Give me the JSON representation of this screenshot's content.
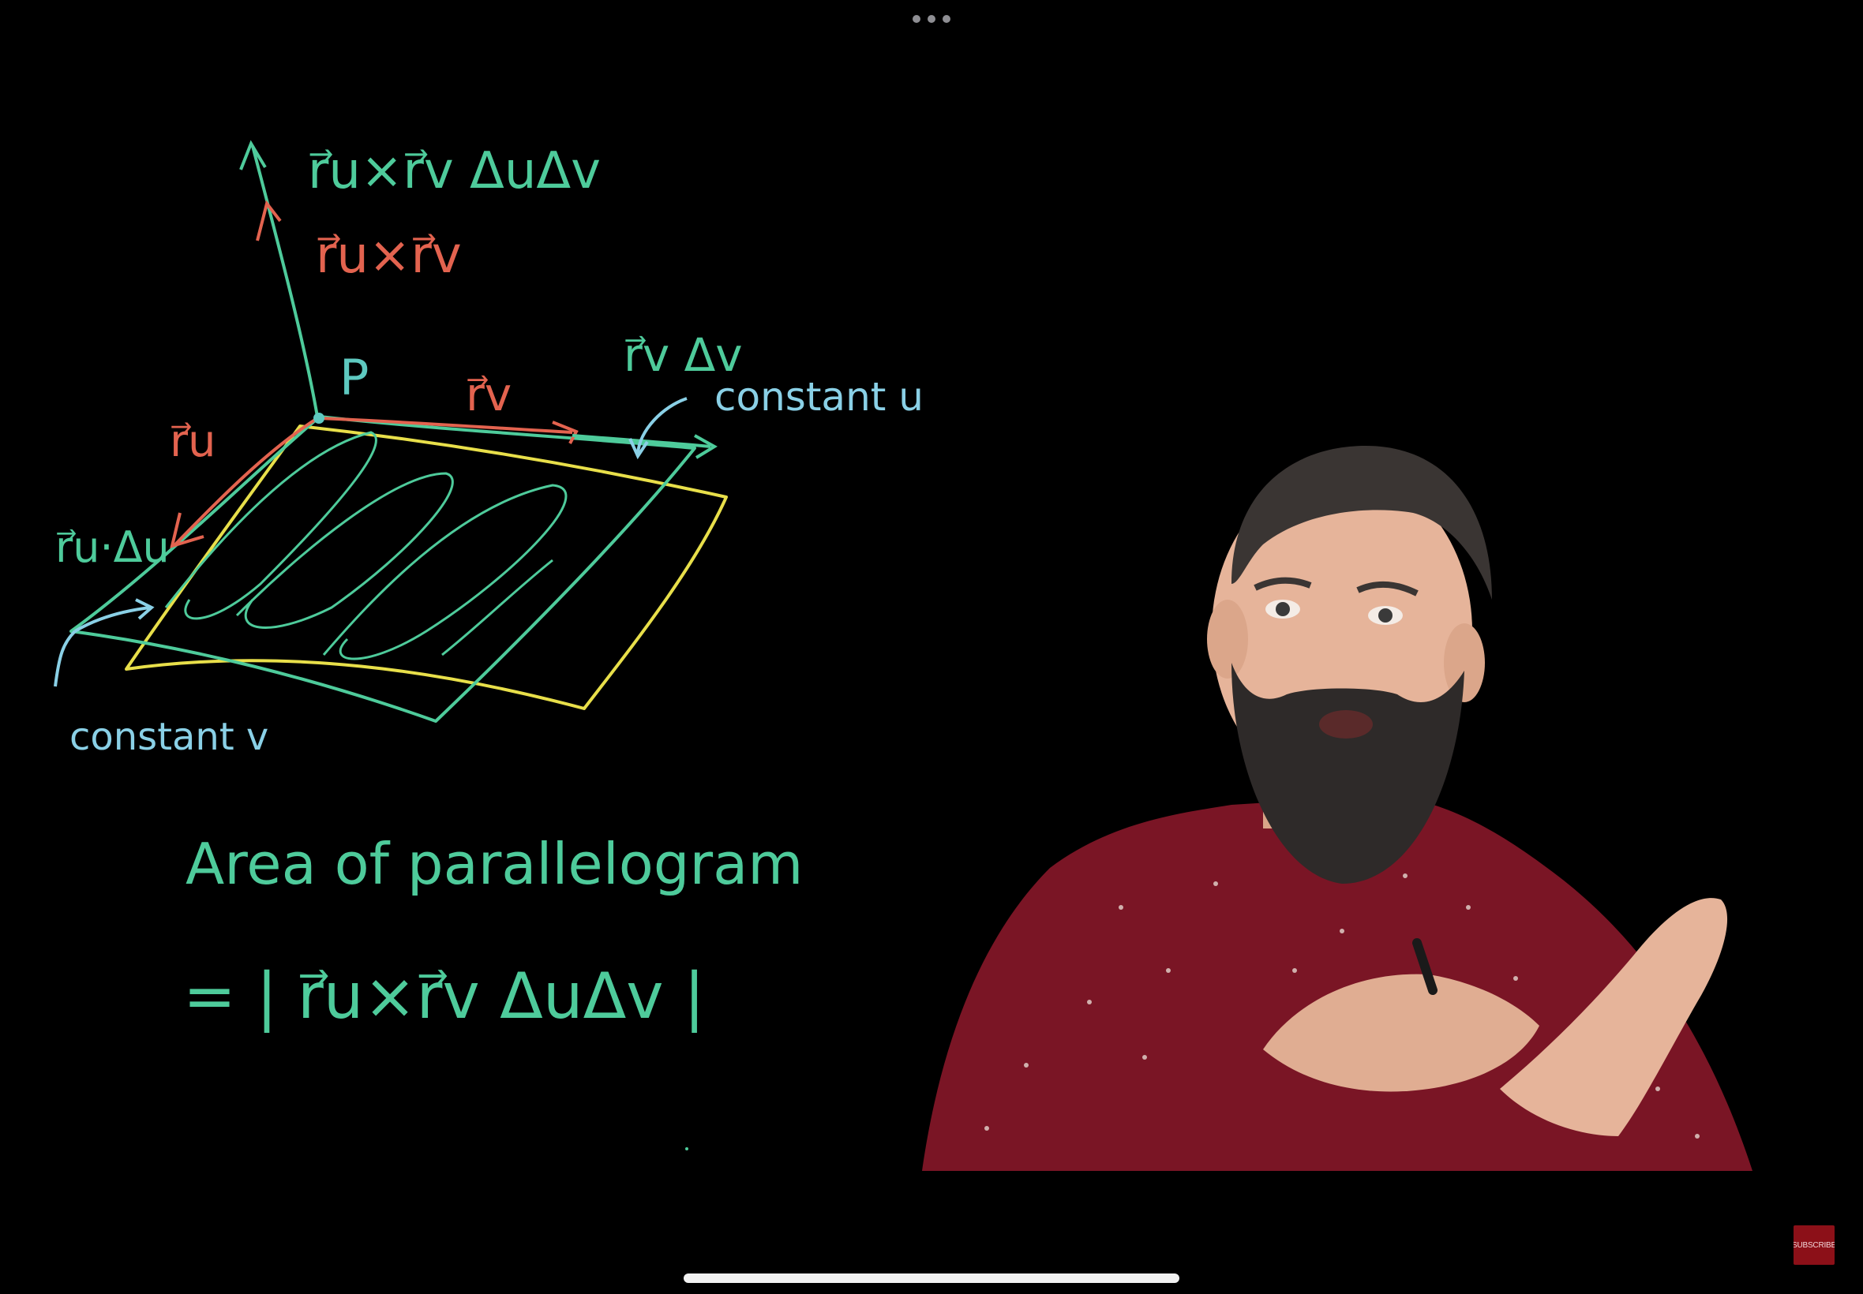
{
  "colors": {
    "ink_green": "#4ecb9b",
    "ink_teal": "#5ec9c0",
    "ink_red": "#e3634f",
    "ink_yellow": "#e8df4a",
    "ink_blue": "#8ad0e6",
    "subscribe_bg": "#8c1018",
    "shirt": "#7a1525",
    "hair": "#3a3533",
    "skin": "#e6b49a"
  },
  "board": {
    "labels": {
      "top_vector": "r⃗u×r⃗v ΔuΔv",
      "cross": "r⃗u×r⃗v",
      "point": "P",
      "rv": "r⃗v",
      "rv_dv": "r⃗v Δv",
      "constant_u": "constant u",
      "ru": "r⃗u",
      "ru_du": "r⃗u·Δu",
      "constant_v": "constant v"
    },
    "area_title": "Area of parallelogram",
    "area_formula": "= | r⃗u×r⃗v ΔuΔv |"
  },
  "overlay": {
    "subscribe_label": "SUBSCRIBE"
  },
  "icons": {
    "more": "more-dots-icon",
    "home": "home-indicator"
  }
}
